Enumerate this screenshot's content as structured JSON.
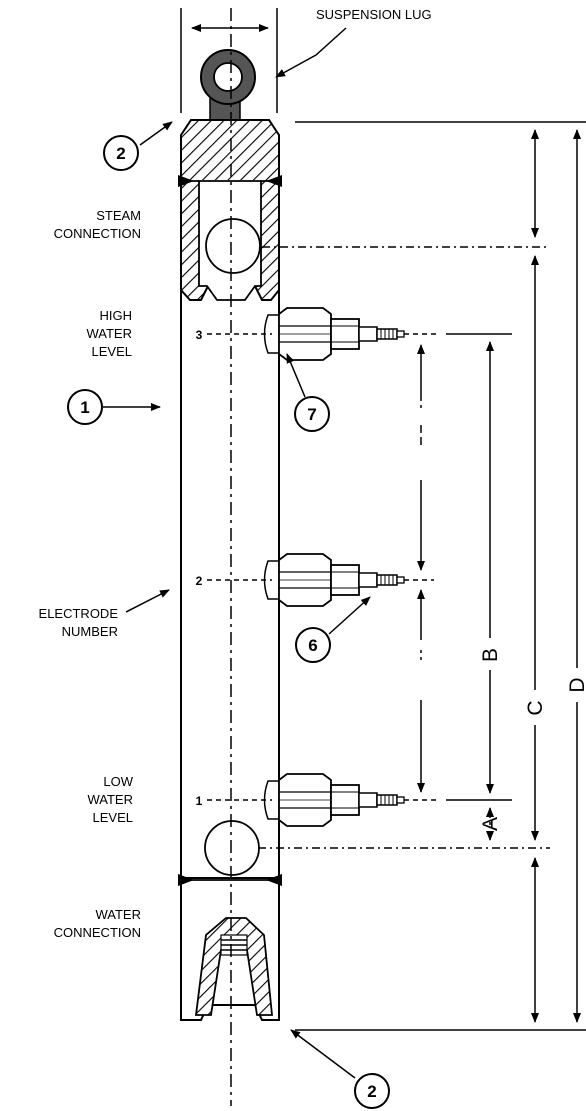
{
  "labels": {
    "suspension_lug": "SUSPENSION LUG",
    "steam_connection": [
      "STEAM",
      "CONNECTION"
    ],
    "high_water_level": [
      "HIGH",
      "WATER",
      "LEVEL"
    ],
    "electrode_number": [
      "ELECTRODE",
      "NUMBER"
    ],
    "low_water_level": [
      "LOW",
      "WATER",
      "LEVEL"
    ],
    "water_connection": [
      "WATER",
      "CONNECTION"
    ]
  },
  "callouts": {
    "body": "1",
    "end_cap_top": "2",
    "end_cap_bottom": "2",
    "electrode": "6",
    "fitting": "7"
  },
  "electrode_numbers": [
    "3",
    "2",
    "1"
  ],
  "dimensions": [
    "A",
    "B",
    "C",
    "D"
  ],
  "colors": {
    "line": "#000000",
    "background": "#ffffff",
    "lug_fill": "#555555"
  }
}
